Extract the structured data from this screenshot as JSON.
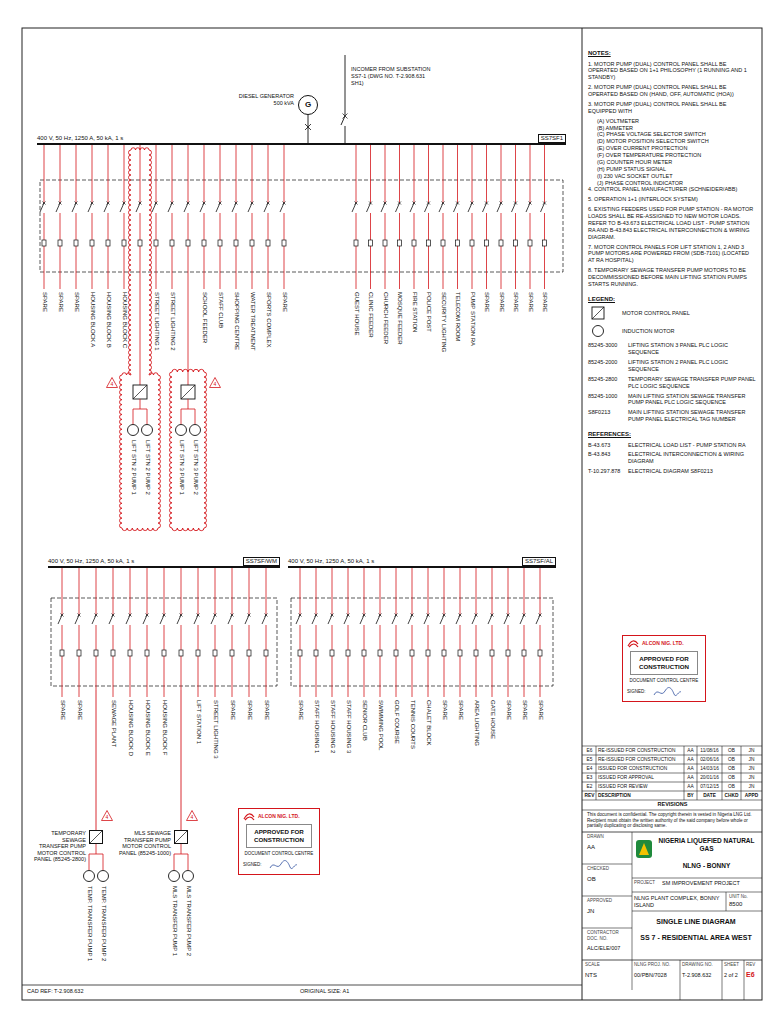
{
  "diagram": {
    "title": "SINGLE LINE DIAGRAM",
    "nodes": [
      {
        "text": [
          "G"
        ]
      },
      {
        "text": [
          "400 V, 50 Hz, 1250 A, 50 kA, 1 s",
          "SS7SF1"
        ]
      },
      {
        "text": [
          "4"
        ]
      },
      {
        "text": [
          "4"
        ]
      },
      {
        "text": [
          "400 V, 50 Hz, 1250 A, 50 kA, 1 s",
          "SS7SF/WM"
        ]
      },
      {
        "text": [
          "400 V, 50 Hz, 1250 A, 50 kA, 1 s",
          "SS7SF/AL"
        ]
      },
      {
        "text": [
          "4"
        ]
      },
      {
        "text": [
          "TEMPORARY SEWAGE TRANSFER PUMP MOTOR CONTROL PANEL (85245-2800)"
        ]
      },
      {
        "text": [
          "4"
        ]
      },
      {
        "text": [
          "MLS SEWAGE TRANSFER PUMP MOTOR CONTROL PANEL (85245-1000)"
        ]
      },
      {
        "text": [
          "ALCON NIG. LTD.",
          "APPROVED FOR CONSTRUCTION",
          "DOCUMENT CONTROL CENTRE",
          "SIGNED:"
        ]
      },
      {
        "text": [
          "ALCON NIG. LTD.",
          "APPROVED FOR CONSTRUCTION",
          "DOCUMENT CONTROL CENTRE",
          "SIGNED:"
        ]
      }
    ],
    "edges": [
      {
        "from": 0,
        "to": 1,
        "arrow": "none"
      },
      {
        "from": 4,
        "to": 7,
        "arrow": "none"
      },
      {
        "from": 4,
        "to": 9,
        "arrow": "none"
      }
    ],
    "labels": [
      "SPARE",
      "SPARE",
      "SPARE",
      "HOUSING BLOCK A",
      "HOUSING BLOCK B",
      "HOUSING BLOCK C",
      "STREET LIGHTING 1",
      "STREET LIGHTING 2",
      "SCHOOL FEEDER",
      "STAFF CLUB",
      "SHOPPING CENTRE",
      "WATER TREATMENT",
      "SPORTS COMPLEX",
      "SPARE",
      "GUEST HOUSE",
      "CLINIC FEEDER",
      "CHURCH FEEDER",
      "MOSQUE FEEDER",
      "FIRE STATION",
      "POLICE POST",
      "SECURITY LIGHTING",
      "TELECOM ROOM",
      "PUMP STATION RA",
      "SPARE",
      "SPARE",
      "SPARE",
      "SPARE",
      "SPARE",
      "LIFT STN 2 PUMP 1",
      "LIFT STN 2 PUMP 2",
      "LIFT STN 3 PUMP 1",
      "LIFT STN 3 PUMP 2",
      "SPARE",
      "SPARE",
      "SEWAGE PLANT",
      "HOUSING BLOCK D",
      "HOUSING BLOCK E",
      "HOUSING BLOCK F",
      "LIFT STATION 1",
      "STREET LIGHTING 3",
      "SPARE",
      "SPARE",
      "SPARE",
      "TEMP. TRANSFER PUMP 1",
      "TEMP. TRANSFER PUMP 2",
      "MLS TRANSFER PUMP 1",
      "MLS TRANSFER PUMP 2",
      "SPARE",
      "STAFF HOUSING 1",
      "STAFF HOUSING 2",
      "STAFF HOUSING 3",
      "SENIOR CLUB",
      "SWIMMING POOL",
      "GOLF COURSE",
      "TENNIS COURTS",
      "CHALET BLOCK",
      "SPARE",
      "SPARE",
      "AREA LIGHTING",
      "GATE HOUSE",
      "SPARE",
      "SPARE",
      "SPARE",
      "DIESEL GENERATOR 500 kVA",
      "INCOMER FROM SUBSTATION SS7-1 (DWG NO. T-2.908.631 SH1)",
      "CAD REF: T-2.908.632",
      "ORIGINAL SIZE: A1",
      "NOTES:",
      "1. MOTOR PUMP (DUAL) CONTROL PANEL SHALL BE OPERATED BASED ON 1+1 PHILOSOPHY (1 RUNNING AND 1 STANDBY)",
      "2. MOTOR PUMP (DUAL) CONTROL PANEL SHALL BE OPERATED BASED ON (HAND, OFF, AUTOMATIC (HOA))",
      "3. MOTOR PUMP (DUAL) CONTROL PANEL SHALL BE EQUIPPED WITH",
      "(A) VOLTMETER",
      "(B) AMMETER",
      "(C) PHASE VOLTAGE SELECTOR SWITCH",
      "(D) MOTOR POSITION SELECTOR SWITCH",
      "(E) OVER CURRENT PROTECTION",
      "(F) OVER TEMPERATURE PROTECTION",
      "(G) COUNTER HOUR METER",
      "(H) PUMP STATUS SIGNAL",
      "(I) 230 VAC SOCKET OUTLET",
      "(J) PHASE CONTROL INDICATOR",
      "4. CONTROL PANEL MANUFACTURER (SCHNEIDER/ABB)",
      "5. OPERATION 1+1 (INTERLOCK SYSTEM)",
      "6. EXISTING FEEDERS USED FOR PUMP STATION - RA MOTOR LOADS SHALL BE RE-ASSIGNED TO NEW MOTOR LOADS. REFER TO B-43.673 ELECTRICAL LOAD LIST - PUMP STATION RA AND B-43.843 ELECTRICAL INTERCONNECTION & WIRING DIAGRAM.",
      "7. MOTOR CONTROL PANELS FOR LIFT STATION 1, 2 AND 3 PUMP MOTORS ARE POWERED FROM (SDB-7101) (LOCATED AT RA HOSPITAL)",
      "8. TEMPORARY SEWAGE TRANSFER PUMP MOTORS TO BE DECOMMISSIONED BEFORE MAIN LIFTING STATION PUMPS STARTS RUNNING.",
      "LEGEND:",
      "85245-3000",
      "LIFTING STATION 3 PANEL PLC LOGIC SEQUENCE",
      "85245-2000",
      "LIFTING STATION 2 PANEL PLC LOGIC SEQUENCE",
      "85245-2800",
      "TEMPORARY SEWAGE TRANSFER PUMP PANEL PLC LOGIC SEQUENCE",
      "85245-1000",
      "MAIN LIFTING STATION SEWAGE TRANSFER PUMP PANEL PLC LOGIC SEQUENCE",
      "S8F0213",
      "MAIN LIFTING STATION SEWAGE TRANSFER PUMP PANEL ELECTRICAL TAG NUMBER",
      "REFERENCES:",
      "B-43.673",
      "ELECTRICAL LOAD LIST - PUMP STATION RA",
      "B-43.843",
      "ELECTRICAL INTERCONNECTION & WIRING DIAGRAM",
      "T-10.297.878",
      "ELECTRICAL DIAGRAM S8F0213",
      "E6",
      "RE-ISSUED FOR CONSTRUCTION",
      "AA",
      "11/08/16",
      "OB",
      "JN",
      "E5",
      "RE-ISSUED FOR CONSTRUCTION",
      "AA",
      "02/06/16",
      "OB",
      "JN",
      "E4",
      "ISSUED FOR CONSTRUCTION",
      "AA",
      "14/03/16",
      "OB",
      "JN",
      "E3",
      "ISSUED FOR APPROVAL",
      "AA",
      "20/01/16",
      "OB",
      "JN",
      "E2",
      "ISSUED FOR REVIEW",
      "AA",
      "07/12/15",
      "OB",
      "JN",
      "REV",
      "DESCRIPTION",
      "BY",
      "DATE",
      "CHKD",
      "APPD",
      "REVISIONS",
      "This document is confidential. The copyright therein is vested in Nigeria LNG Ltd. Recipient must obtain the written authority of the said company before whole or partially duplicating or disclosing same.",
      "DRAWN",
      "AA",
      "CHECKED",
      "OB",
      "APPROVED",
      "JN",
      "CONTRACTOR DOC. NO.",
      "ALC/ELE/007",
      "NIGERIA LIQUEFIED NATURAL GAS",
      "NLNG - BONNY",
      "PROJECT",
      "SM IMPROVEMENT PROJECT",
      "NLNG PLANT COMPLEX, BONNY ISLAND",
      "UNIT No.",
      "8500",
      "SS 7 - RESIDENTIAL AREA WEST",
      "SCALE",
      "NTS",
      "NLNG PROJ. NO.",
      "00/PBN/7028",
      "DRAWING NO.",
      "T-2.908.632",
      "SHEET",
      "2 of 2",
      "REV",
      "E6"
    ],
    "legend": [
      {
        "text": "MOTOR CONTROL PANEL"
      },
      {
        "text": "INDUCTION MOTOR"
      }
    ]
  }
}
